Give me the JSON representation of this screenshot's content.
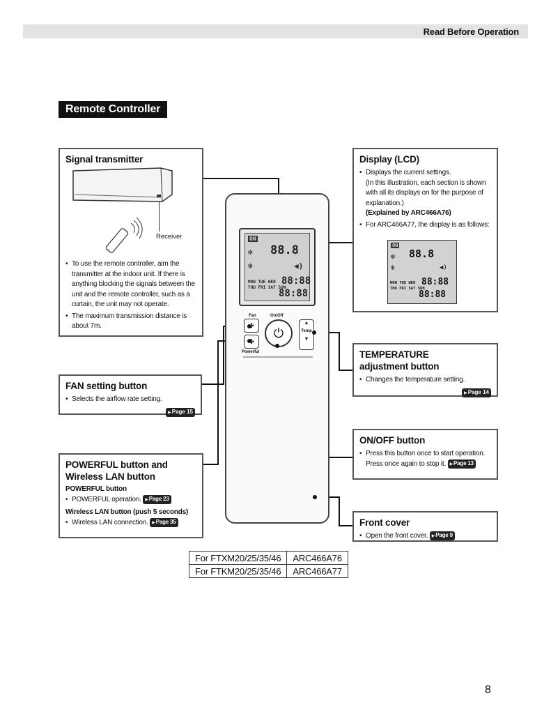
{
  "header": {
    "title": "Read Before Operation"
  },
  "section_title": "Remote Controller",
  "signal_transmitter": {
    "title": "Signal transmitter",
    "receiver_label": "Receiver",
    "bullets": [
      "To use the remote controller, aim the transmitter at the indoor unit. If there is anything blocking the signals between the unit and the remote controller, such as a curtain, the unit may not operate.",
      "The maximum transmission distance is about 7m."
    ]
  },
  "display_lcd": {
    "title": "Display (LCD)",
    "bullet1": "Displays the current settings.",
    "bullet1_detail": "(In this illustration, each section is shown with all its displays on for the purpose of explanation.)",
    "bullet1_bold": "(Explained by ARC466A76)",
    "bullet2": "For ARC466A77, the display is as follows:"
  },
  "fan_setting": {
    "title": "FAN setting button",
    "bullet": "Selects the airflow rate setting.",
    "ref": "Page 15"
  },
  "temperature": {
    "title": "TEMPERATURE adjustment button",
    "bullet": "Changes the temperature setting.",
    "ref": "Page 14"
  },
  "onoff": {
    "title": "ON/OFF button",
    "bullet": "Press this button once to start operation. Press once again to stop it.",
    "ref": "Page 13"
  },
  "powerful": {
    "title": "POWERFUL button and Wireless LAN button",
    "sub1": "POWERFUL button",
    "bullet1": "POWERFUL operation.",
    "ref1": "Page 23",
    "sub2": "Wireless LAN button (push 5 seconds)",
    "bullet2": "Wireless LAN connection.",
    "ref2": "Page 35"
  },
  "front_cover": {
    "title": "Front cover",
    "bullet": "Open the front cover.",
    "ref": "Page 9"
  },
  "remote": {
    "fan_label": "Fan",
    "onoff_label": "On/Off",
    "temp_label": "Temp",
    "powerful_label": "Powerful",
    "lcd_on": "ON",
    "lcd_temp": "88.8",
    "lcd_time": "88:88",
    "lcd_days1": "MON TUE WED",
    "lcd_days2": "THU FRI SAT SUN"
  },
  "models": [
    {
      "model": "For FTXM20/25/35/46",
      "remote": "ARC466A76"
    },
    {
      "model": "For FTKM20/25/35/46",
      "remote": "ARC466A77"
    }
  ],
  "page_number": "8"
}
